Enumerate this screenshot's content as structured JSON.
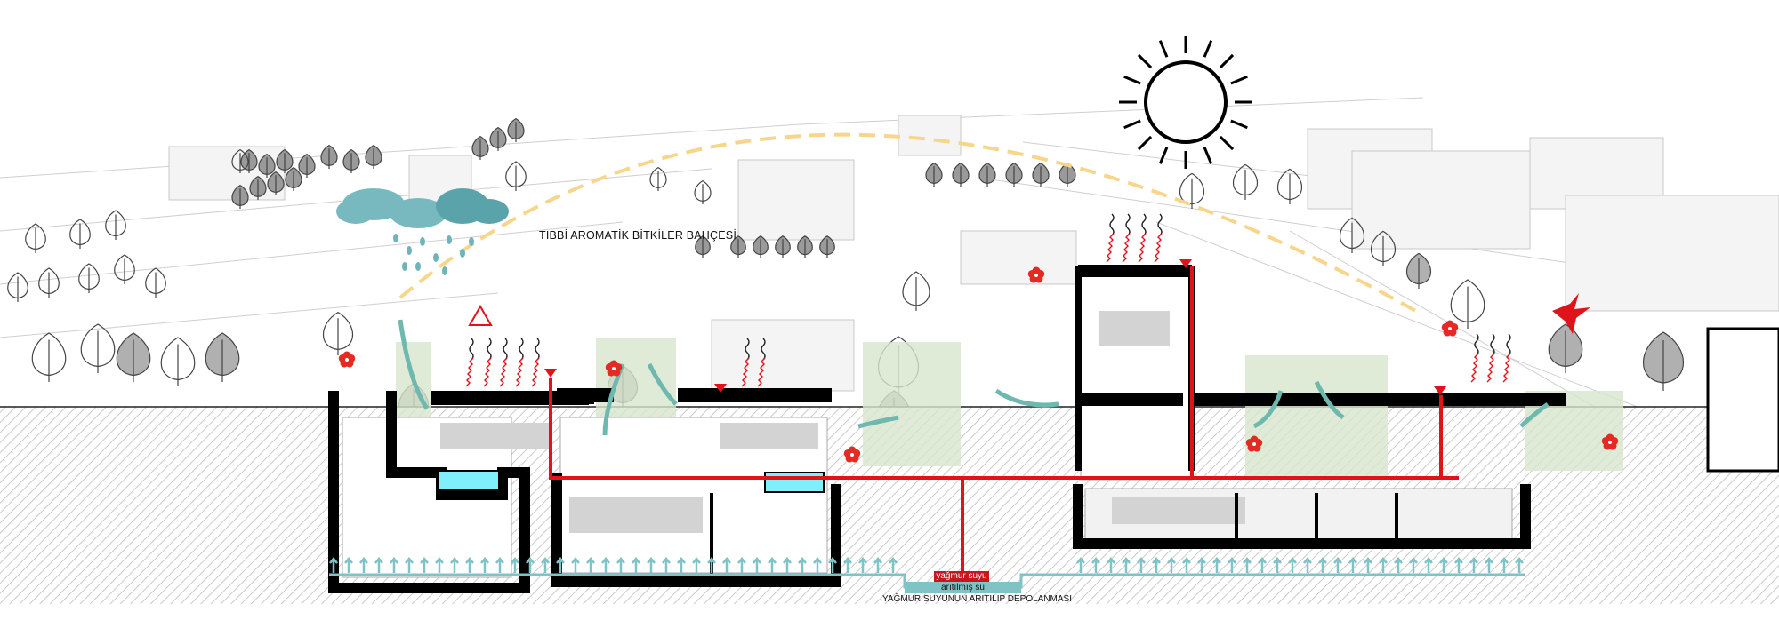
{
  "labels": {
    "garden": "TIBBİ AROMATİK BİTKİLER BAHÇESİ",
    "rainwater": "yağmur suyu",
    "treated_water": "arıtılmış su",
    "storage": "YAĞMUR SUYUNUN ARITILIP DEPOLANMASI"
  },
  "colors": {
    "rain_pipe": "#e0121a",
    "treated_water": "#7fc3c6",
    "tank_water": "#7ff0fb",
    "section_cut": "#000000",
    "sun_path": "#f7d58a",
    "cloud": "#78b9c0",
    "airflow_arrow": "#6fb8b0",
    "flower": "#e32b24",
    "green_zone": "#d7e6cc"
  },
  "icons": [
    "sun-icon",
    "cloud-icon",
    "rain-drop-icon",
    "tree-icon",
    "flower-icon",
    "bird-icon",
    "heat-wave-icon",
    "warning-triangle-icon",
    "airflow-arrow-icon",
    "drain-marker-icon"
  ]
}
